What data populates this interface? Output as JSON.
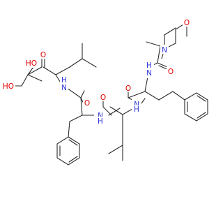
{
  "molecule": {
    "atom_labels": {
      "ho_top": "HO",
      "ho_left": "HO",
      "o_ketone": "O",
      "o_amide1": "O",
      "o_amide2": "O",
      "o_amide3": "O",
      "o_amide4": "O",
      "o_morpholine": "O",
      "nh_1": "N",
      "h_1": "H",
      "nh_2": "N",
      "h_2": "H",
      "nh_3": "N",
      "h_3": "H",
      "nh_4": "N",
      "h_4": "H",
      "n_morpholine": "N"
    },
    "colors": {
      "carbon": "#2a2a2a",
      "oxygen": "#e00000",
      "nitrogen": "#2e36d8",
      "background": "#ffffff"
    }
  }
}
